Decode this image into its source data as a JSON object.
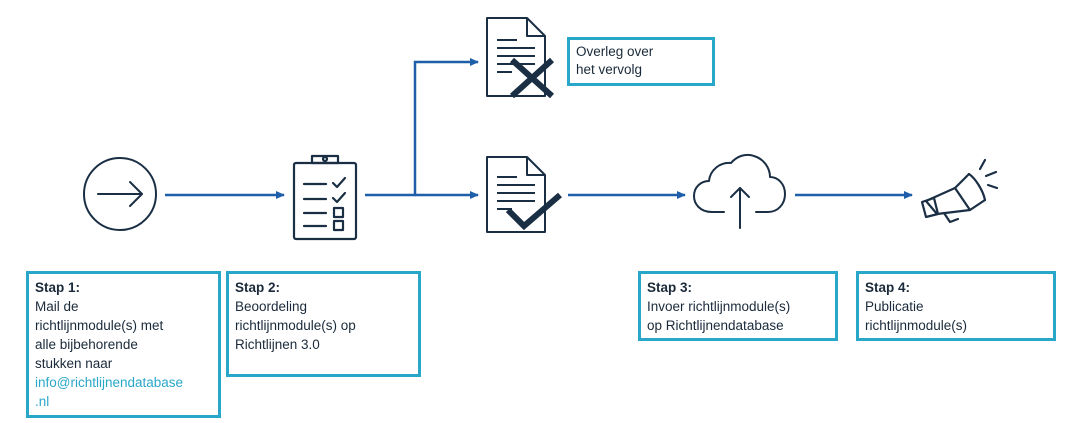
{
  "steps": [
    {
      "title": "Stap 1:",
      "lines": [
        "Mail de",
        "richtlijnmodule(s) met",
        "alle bijbehorende",
        "stukken naar"
      ],
      "link": [
        "info@richtlijnendatabase",
        ".nl"
      ]
    },
    {
      "title": "Stap 2:",
      "lines": [
        "Beoordeling",
        "richtlijnmodule(s) op",
        "Richtlijnen 3.0"
      ]
    },
    {
      "title": "Stap 3:",
      "lines": [
        "Invoer richtlijnmodule(s)",
        "op Richtlijnendatabase"
      ]
    },
    {
      "title": "Stap 4:",
      "lines": [
        "Publicatie",
        "richtlijnmodule(s)"
      ]
    }
  ],
  "rejected_note": {
    "lines": [
      "Overleg over",
      "het vervolg"
    ]
  },
  "icons": {
    "start": "arrow-circle-icon",
    "review": "clipboard-checklist-icon",
    "rejected": "document-cross-icon",
    "approved": "document-check-icon",
    "upload": "cloud-upload-icon",
    "publish": "megaphone-icon",
    "mail": "envelope-at-icon"
  },
  "colors": {
    "accent": "#29a7c9",
    "arrow": "#1f5ea8",
    "icon": "#1a2e44"
  }
}
